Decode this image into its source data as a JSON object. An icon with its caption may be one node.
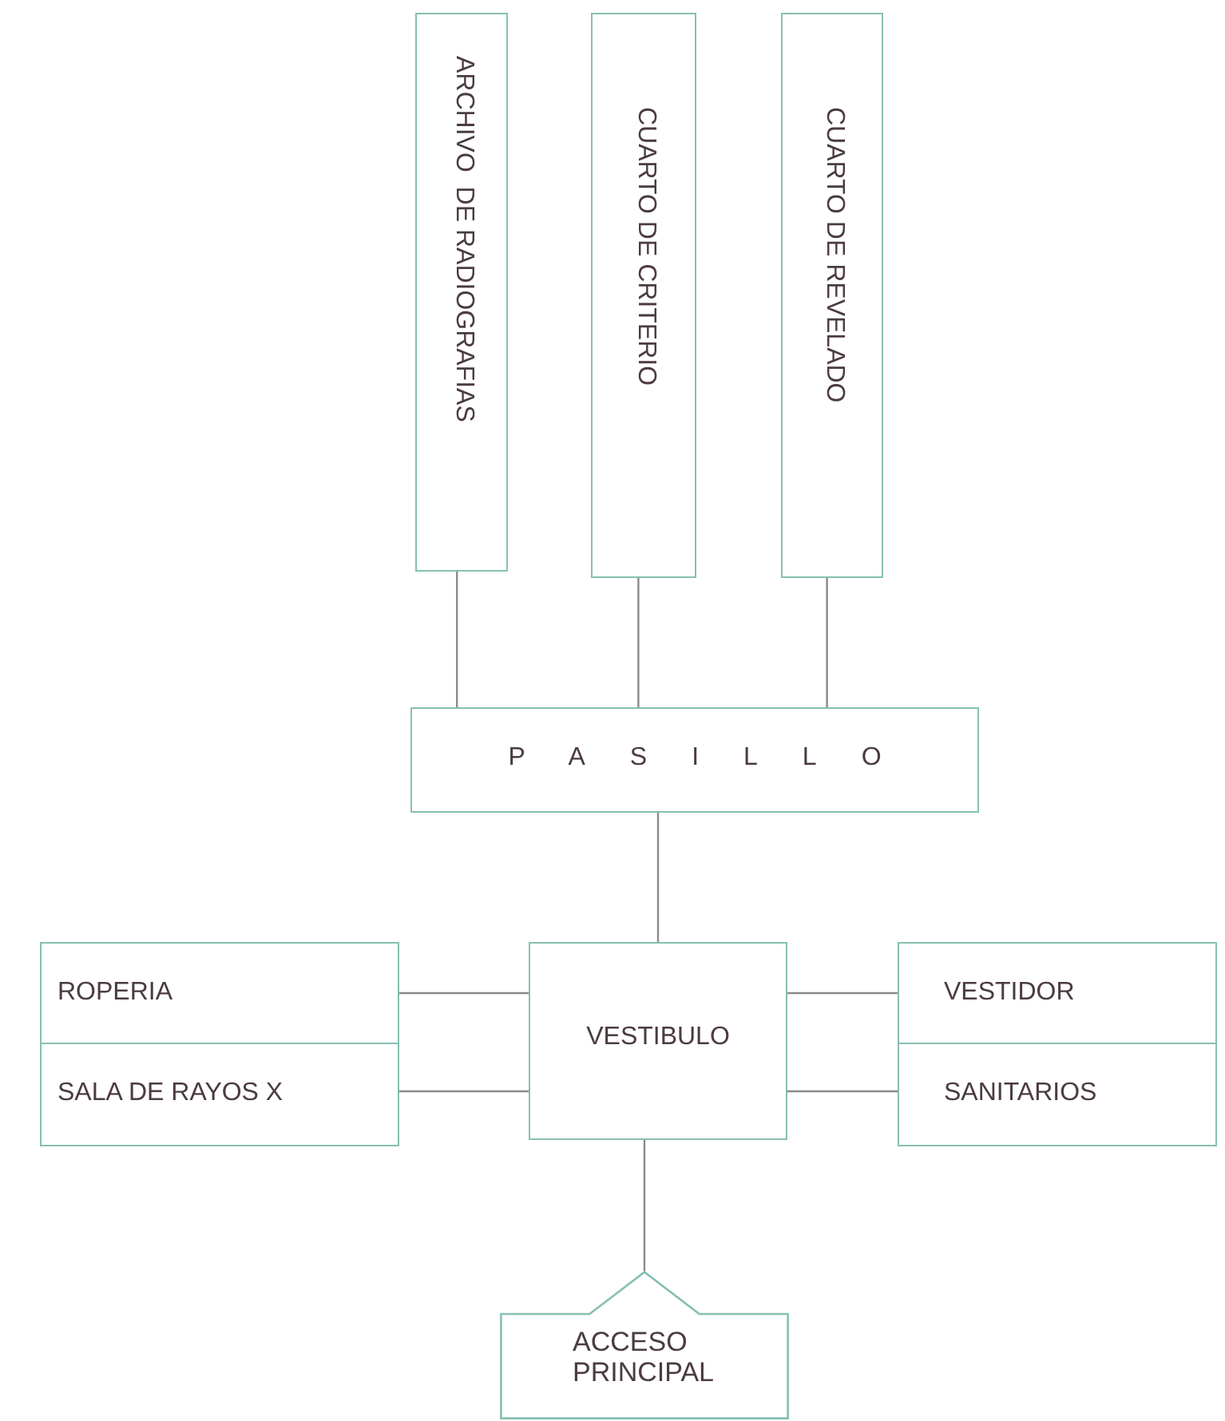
{
  "diagram": {
    "nodes": [
      {
        "text": [
          "ARCHIVO  DE RADIOGRAFIAS"
        ]
      },
      {
        "text": [
          "CUARTO DE CRITERIO"
        ]
      },
      {
        "text": [
          "CUARTO DE REVELADO"
        ]
      },
      {
        "text": [
          "PASILLO"
        ]
      },
      {
        "text": [
          "ROPERIA"
        ]
      },
      {
        "text": [
          "SALA DE RAYOS X"
        ]
      },
      {
        "text": [
          "VESTIBULO"
        ]
      },
      {
        "text": [
          "VESTIDOR"
        ]
      },
      {
        "text": [
          "SANITARIOS"
        ]
      },
      {
        "text": [
          "ACCESO PRINCIPAL"
        ]
      }
    ],
    "edges": [
      {
        "from": 0,
        "to": 3,
        "arrow": "none"
      },
      {
        "from": 1,
        "to": 3,
        "arrow": "none"
      },
      {
        "from": 2,
        "to": 3,
        "arrow": "none"
      },
      {
        "from": 3,
        "to": 6,
        "arrow": "none"
      },
      {
        "from": 4,
        "to": 6,
        "arrow": "none"
      },
      {
        "from": 5,
        "to": 6,
        "arrow": "none"
      },
      {
        "from": 6,
        "to": 7,
        "arrow": "none"
      },
      {
        "from": 6,
        "to": 8,
        "arrow": "none"
      },
      {
        "from": 6,
        "to": 9,
        "arrow": "none"
      }
    ]
  }
}
